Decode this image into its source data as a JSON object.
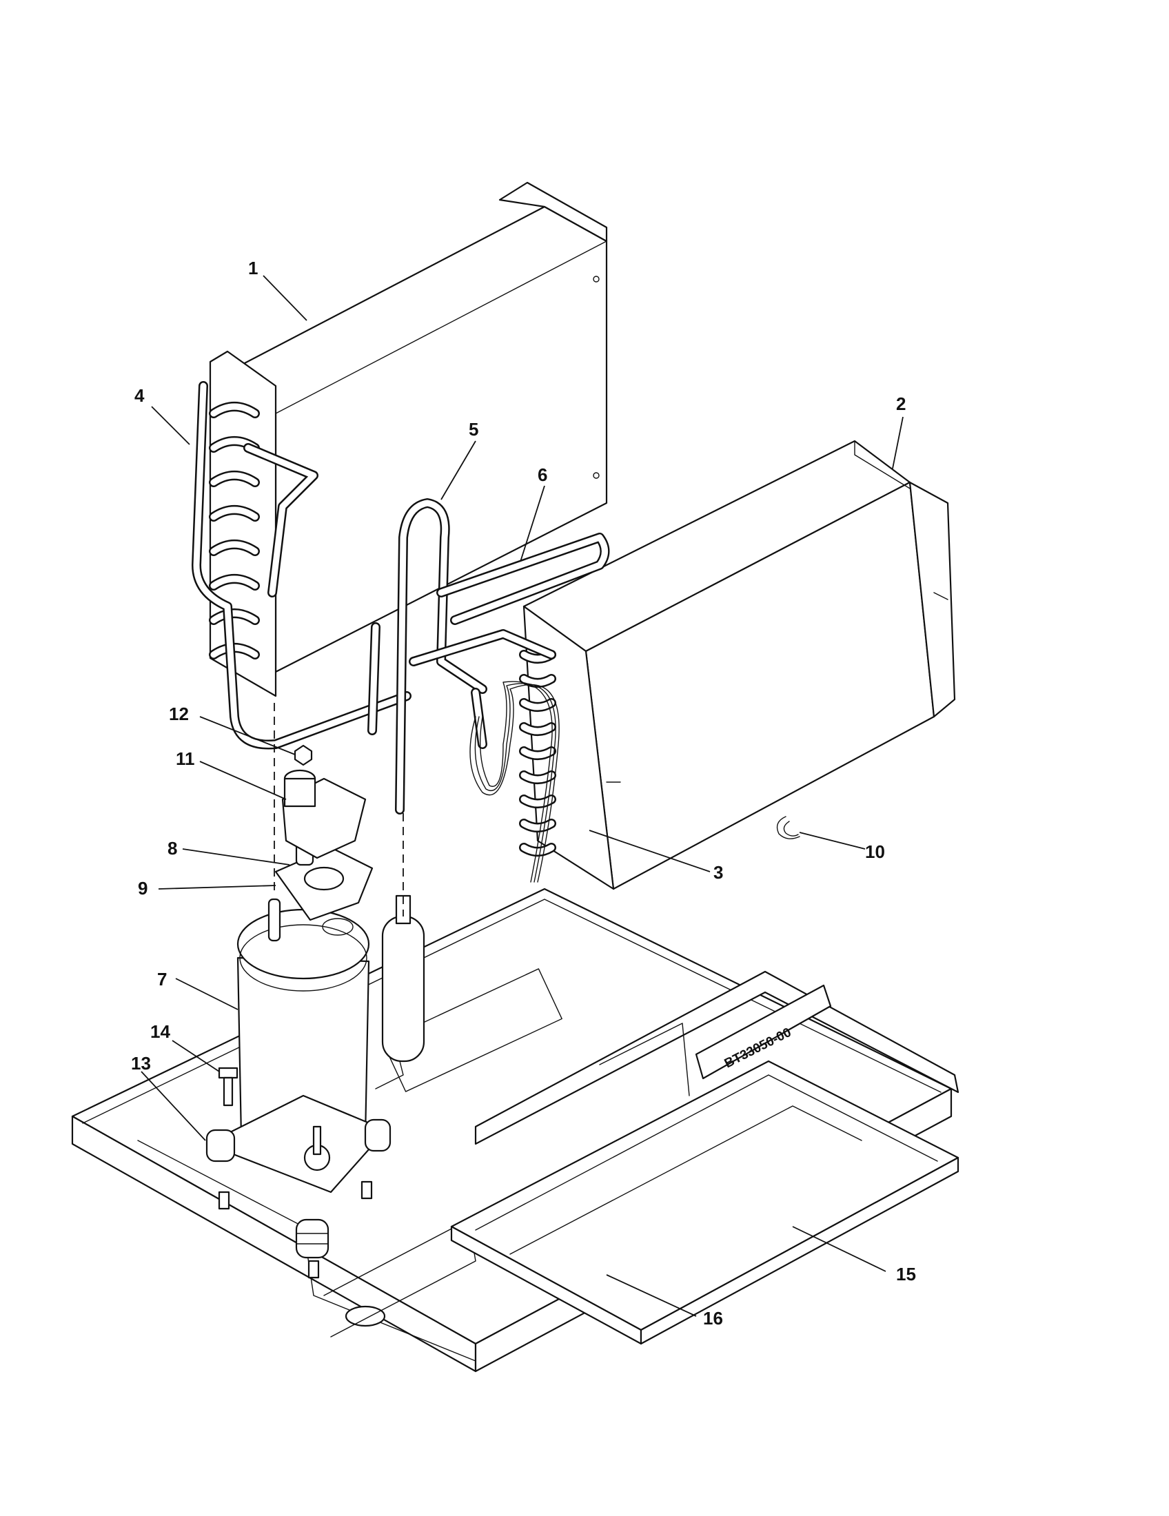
{
  "colors": {
    "ink": "#111111",
    "paper": "#ffffff"
  },
  "callouts": [
    {
      "id": "1",
      "text": "1"
    },
    {
      "id": "2",
      "text": "2"
    },
    {
      "id": "3",
      "text": "3"
    },
    {
      "id": "4",
      "text": "4"
    },
    {
      "id": "5",
      "text": "5"
    },
    {
      "id": "6",
      "text": "6"
    },
    {
      "id": "7",
      "text": "7"
    },
    {
      "id": "8",
      "text": "8"
    },
    {
      "id": "9",
      "text": "9"
    },
    {
      "id": "10",
      "text": "10"
    },
    {
      "id": "11",
      "text": "11"
    },
    {
      "id": "12",
      "text": "12"
    },
    {
      "id": "13",
      "text": "13"
    },
    {
      "id": "14",
      "text": "14"
    },
    {
      "id": "15",
      "text": "15"
    },
    {
      "id": "16",
      "text": "16"
    }
  ],
  "drain_pan_stamp": "BT33050-00"
}
